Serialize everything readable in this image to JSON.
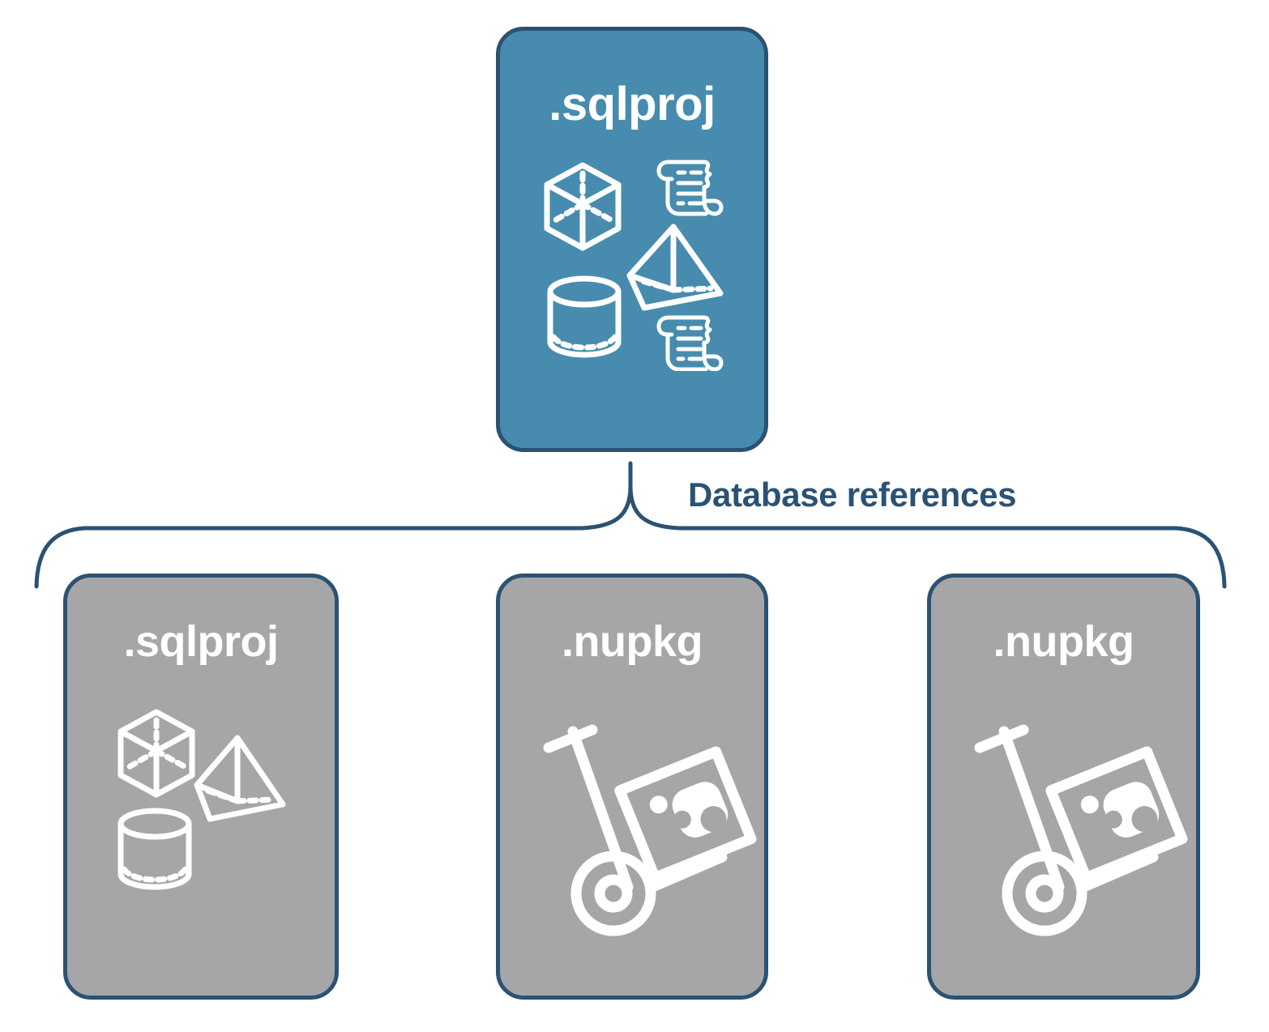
{
  "diagram": {
    "title_text": "Database references",
    "colors": {
      "primary_card_fill": "#478CAE",
      "secondary_card_fill": "#A6A6A8",
      "stroke": "#2B5273",
      "icon": "#FFFFFF",
      "background": "#FFFFFF"
    }
  },
  "root_card": {
    "label": ".sqlproj",
    "icons": [
      "cube-icon",
      "pyramid-icon",
      "cylinder-icon",
      "script-scroll-icon",
      "script-scroll-icon"
    ]
  },
  "connector": {
    "label": "Database references",
    "shape": "curly-brace"
  },
  "reference_cards": [
    {
      "id": "ref-0",
      "label": ".sqlproj",
      "kind": "sqlproj",
      "icons": [
        "cube-icon",
        "pyramid-icon",
        "cylinder-icon"
      ]
    },
    {
      "id": "ref-1",
      "label": ".nupkg",
      "kind": "nupkg",
      "icons": [
        "hand-truck-package-icon"
      ]
    },
    {
      "id": "ref-2",
      "label": ".nupkg",
      "kind": "nupkg",
      "icons": [
        "hand-truck-package-icon"
      ]
    }
  ]
}
